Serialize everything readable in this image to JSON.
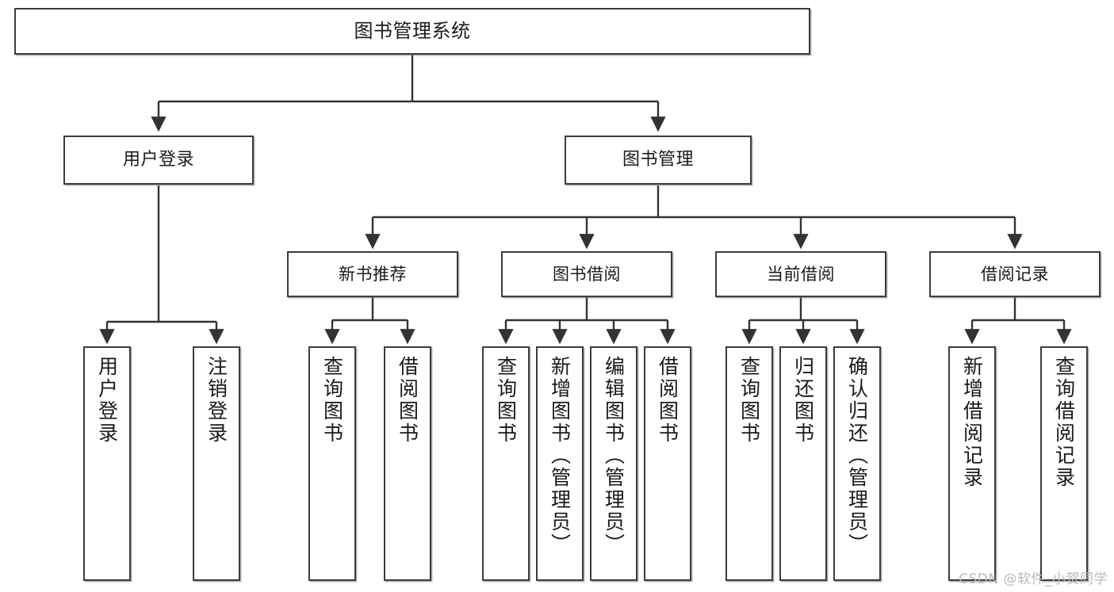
{
  "diagram": {
    "title": "图书管理系统",
    "type": "tree-hierarchy-chart",
    "watermark": "CSDN @软件_小贺同学",
    "colors": {
      "node_border": "#3c3c3c",
      "node_fill": "#ffffff",
      "connector": "#333333",
      "text": "#1a1a1a",
      "watermark": "#b9b9b9",
      "background": "#ffffff"
    },
    "nodes": {
      "root": {
        "label": "图书管理系统"
      },
      "tier2": [
        {
          "label": "用户登录"
        },
        {
          "label": "图书管理"
        }
      ],
      "tier3": [
        {
          "label": "新书推荐"
        },
        {
          "label": "图书借阅"
        },
        {
          "label": "当前借阅"
        },
        {
          "label": "借阅记录"
        }
      ],
      "leaves": {
        "user_login": [
          {
            "label": "用户登录"
          },
          {
            "label": "注销登录"
          }
        ],
        "new_book_recommend": [
          {
            "label": "查询图书"
          },
          {
            "label": "借阅图书"
          }
        ],
        "book_borrow": [
          {
            "label": "查询图书"
          },
          {
            "label": "新增图书（管理员）"
          },
          {
            "label": "编辑图书（管理员）"
          },
          {
            "label": "借阅图书"
          }
        ],
        "current_borrow": [
          {
            "label": "查询图书"
          },
          {
            "label": "归还图书"
          },
          {
            "label": "确认归还（管理员）"
          }
        ],
        "borrow_record": [
          {
            "label": "新增借阅记录"
          },
          {
            "label": "查询借阅记录"
          }
        ]
      }
    }
  }
}
